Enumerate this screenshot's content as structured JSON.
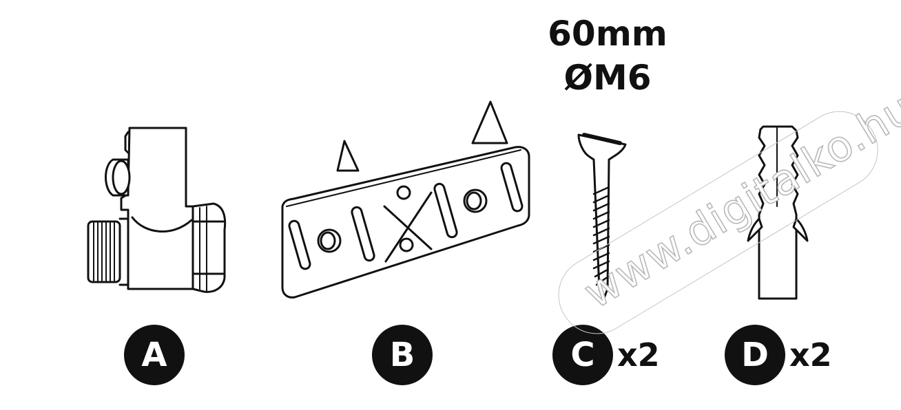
{
  "screw_spec": {
    "length": "60mm",
    "diameter": "ØM6"
  },
  "parts": [
    {
      "label": "A",
      "quantity": "",
      "icon": "valve-fitting-icon"
    },
    {
      "label": "B",
      "quantity": "",
      "icon": "mounting-bracket-icon"
    },
    {
      "label": "C",
      "quantity": "x2",
      "icon": "screw-icon"
    },
    {
      "label": "D",
      "quantity": "x2",
      "icon": "wall-plug-icon"
    }
  ],
  "watermark": {
    "text": "www.digitalko.hu",
    "color": "#b8b8b8"
  },
  "colors": {
    "ink": "#111111",
    "background": "#ffffff"
  }
}
